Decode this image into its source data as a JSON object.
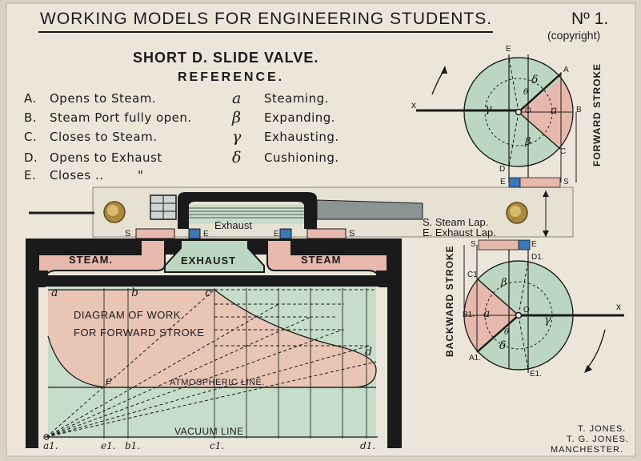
{
  "header": {
    "title": "WORKING MODELS FOR ENGINEERING STUDENTS.",
    "number": "Nº 1.",
    "copyright": "(copyright)"
  },
  "subtitle": "SHORT D. SLIDE VALVE.",
  "reference_heading": "REFERENCE.",
  "reference": [
    {
      "key": "A.",
      "text": "Opens to Steam."
    },
    {
      "key": "B.",
      "text": "Steam Port fully open."
    },
    {
      "key": "C.",
      "text": "Closes to Steam."
    },
    {
      "key": "D.",
      "text": "Opens to Exhaust"
    },
    {
      "key": "E.",
      "text": "Closes .."
    }
  ],
  "ditto": "\"",
  "greek": [
    {
      "key": "a",
      "text": "Steaming."
    },
    {
      "key": "β",
      "text": "Expanding."
    },
    {
      "key": "γ",
      "text": "Exhausting."
    },
    {
      "key": "δ",
      "text": "Cushioning."
    }
  ],
  "slider": {
    "exhaust": "Exhaust",
    "steam_lap": "S. Steam Lap.",
    "exhaust_lap": "E. Exhaust Lap."
  },
  "ports": {
    "s_left": "S",
    "e_left": "E",
    "e_right": "E",
    "s_right": "S"
  },
  "chest": {
    "steam_left": "STEAM.",
    "exhaust": "EXHAUST",
    "steam_right": "STEAM"
  },
  "work_diagram": {
    "title_line1": "DIAGRAM OF WORK",
    "title_line2": "FOR FORWARD STROKE",
    "atmospheric": "ATMOSPHERIC LINE.",
    "vacuum": "VACUUM LINE",
    "top_a": "a",
    "top_b": "b",
    "top_c": "c",
    "mid_d": "d",
    "mid_e": "e",
    "bottom": [
      "a1.",
      "e1.",
      "b1.",
      "c1.",
      "d1."
    ]
  },
  "forward_circle": {
    "label": "FORWARD STROKE",
    "points": {
      "E": "E",
      "A": "A",
      "B": "B",
      "C": "C",
      "D": "D",
      "O": "O",
      "X": "x",
      "delta": "δ",
      "theta": "θ",
      "alpha": "a",
      "gamma": "γ",
      "beta": "β"
    },
    "bar_E": "E",
    "bar_S": "S"
  },
  "backward_circle": {
    "label": "BACKWARD STROKE",
    "points": {
      "D1": "D1.",
      "C1": "C1",
      "B1": "B1.",
      "A1": "A1.",
      "E1": "E1.",
      "O": "O",
      "X": "x",
      "beta": "β",
      "theta": "θ",
      "alpha": "a",
      "delta": "δ",
      "gamma": "γ"
    },
    "bar_S": "S",
    "bar_E": "E"
  },
  "makers": [
    "T. JONES.",
    "T. G. JONES.",
    "MANCHESTER."
  ],
  "colors": {
    "pink": "#e7b9ac",
    "green": "#bcd7c1",
    "blue": "#3a78b8",
    "ink": "#1a1a1a",
    "card": "#ece6da"
  }
}
